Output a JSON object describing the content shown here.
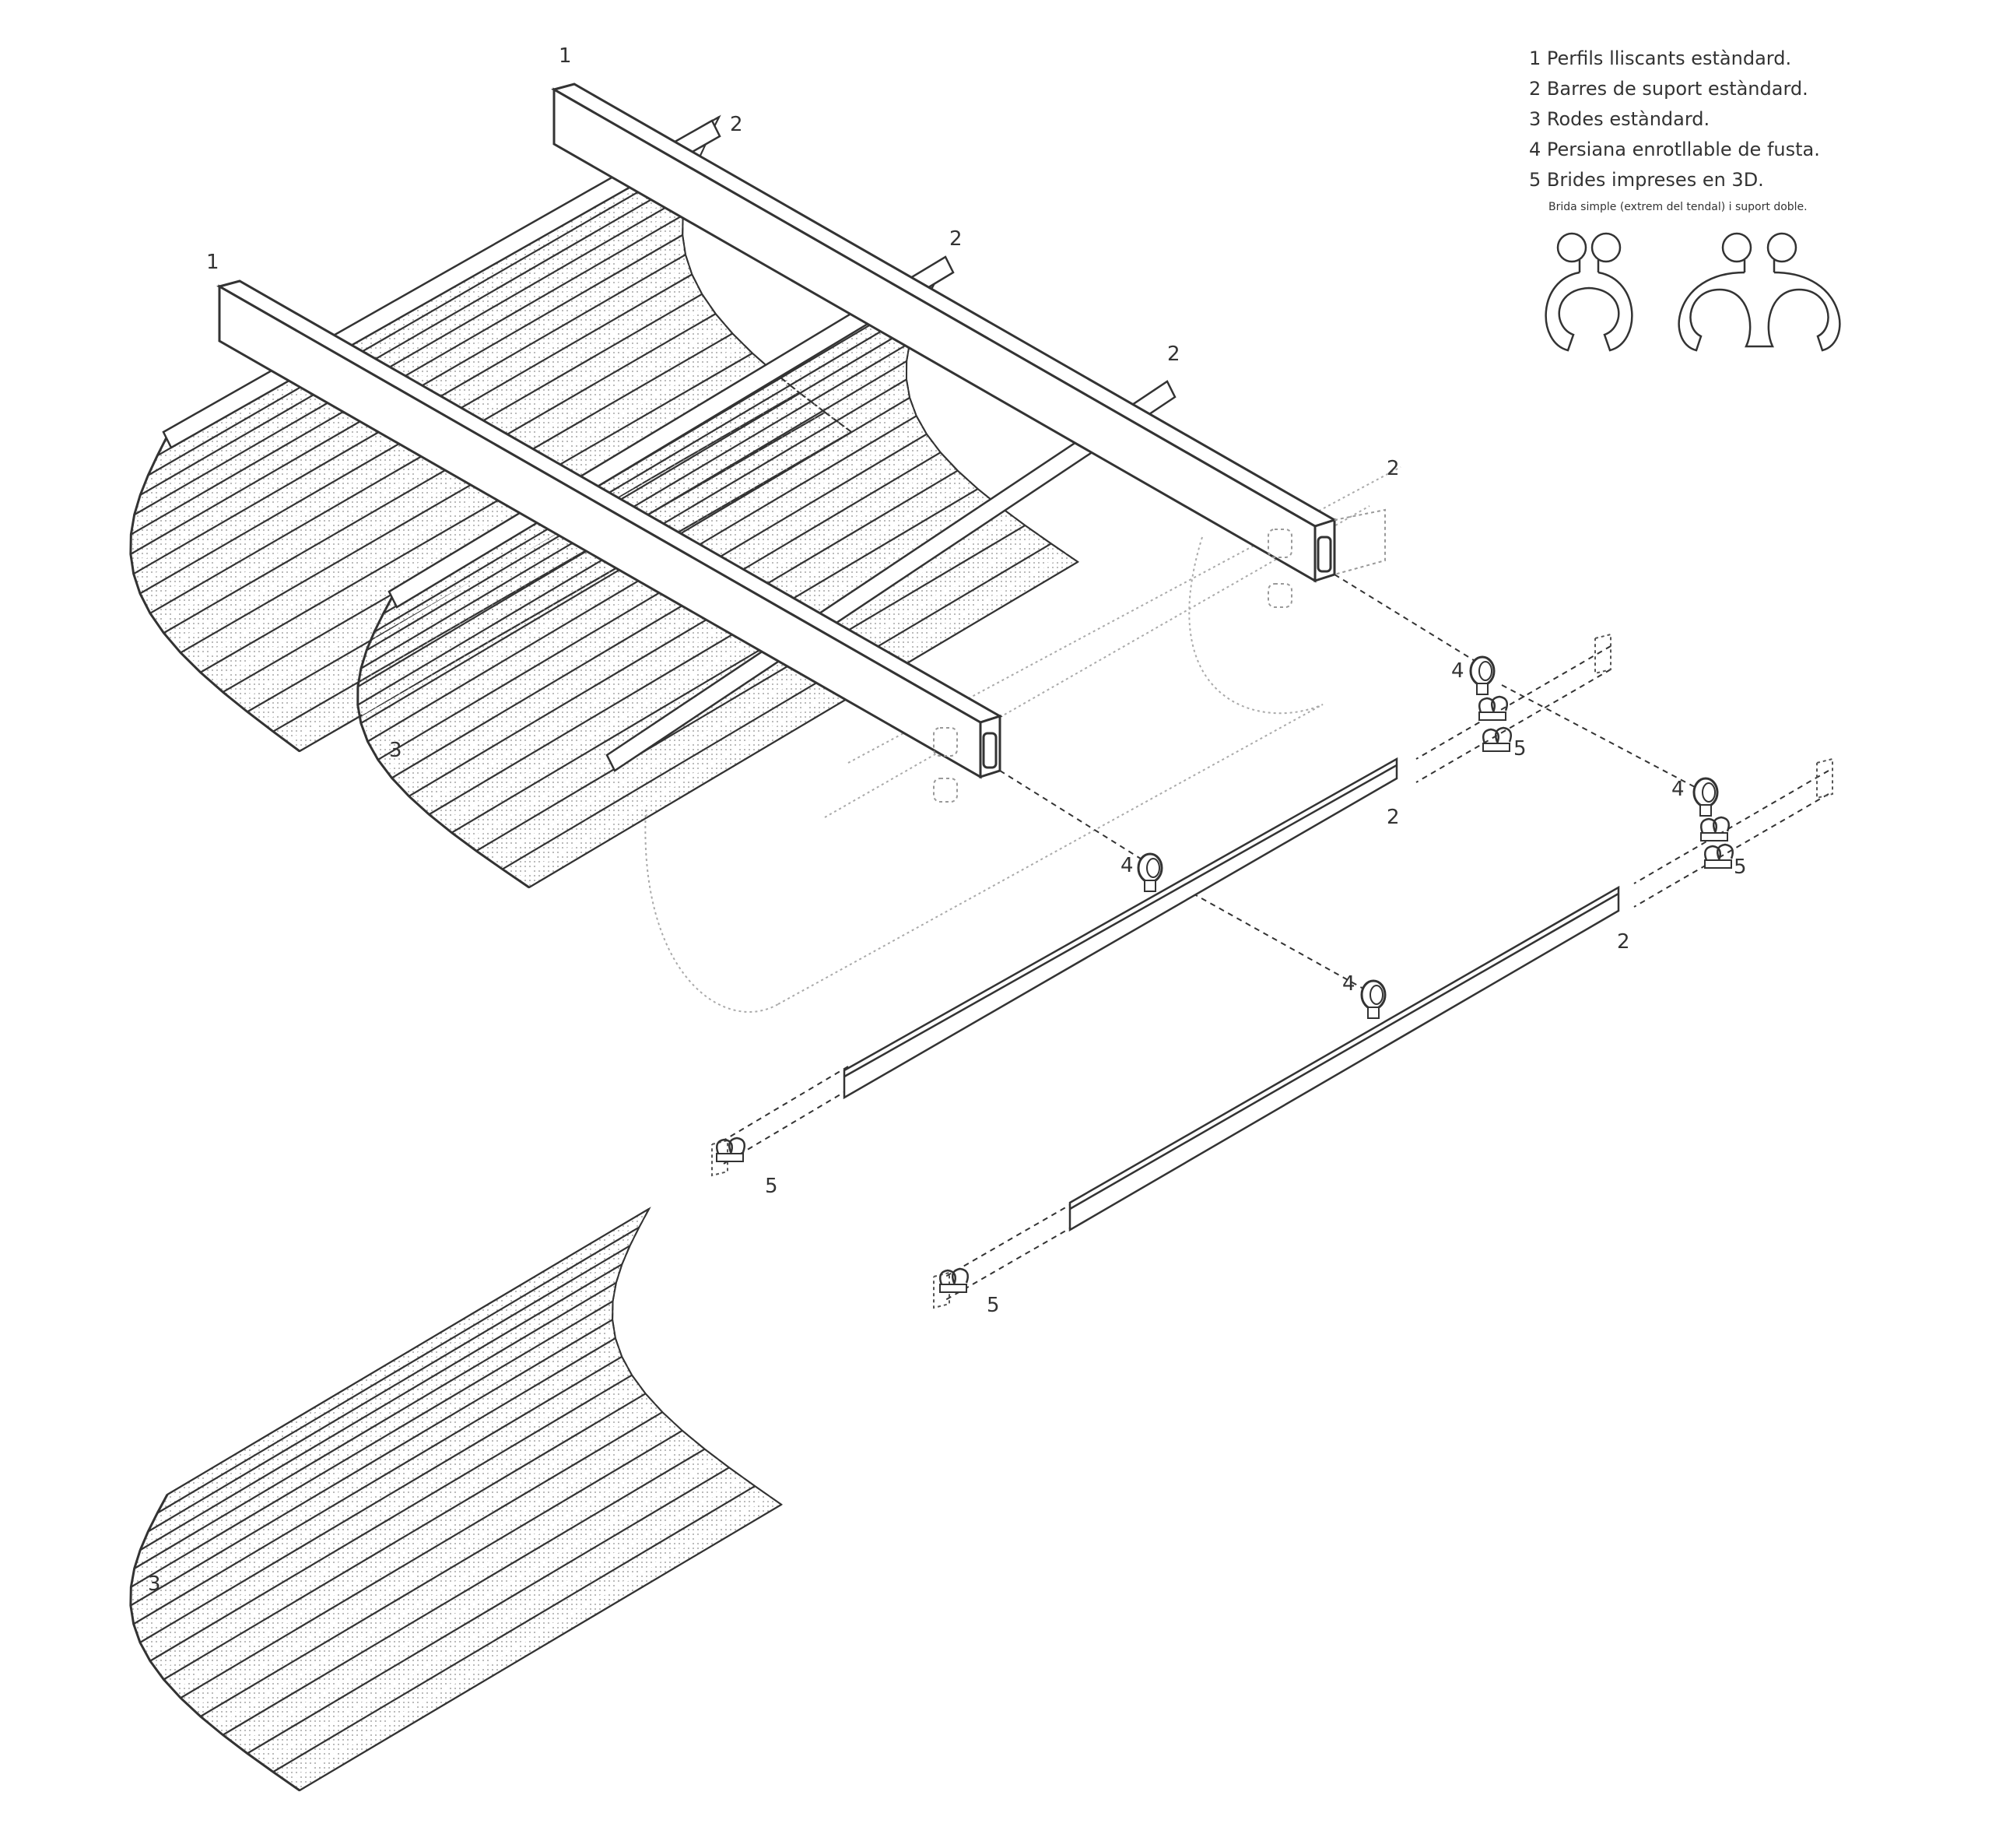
{
  "diagram": {
    "callouts": {
      "n1": "1",
      "n2": "2",
      "n3": "3",
      "n4": "4",
      "n5": "5"
    },
    "legend": {
      "items": [
        "1 Perfils lliscants estàndard.",
        "2 Barres de suport estàndard.",
        "3 Rodes estàndard.",
        "4 Persiana enrotllable de fusta.",
        "5 Brides impreses en 3D."
      ],
      "note": "Brida simple (extrem del tendal) i suport doble."
    },
    "icons": [
      "single-clamp-icon",
      "double-clamp-icon"
    ],
    "colors": {
      "line": "#333333",
      "hatch": "#9a9a9a",
      "background": "#ffffff"
    }
  }
}
